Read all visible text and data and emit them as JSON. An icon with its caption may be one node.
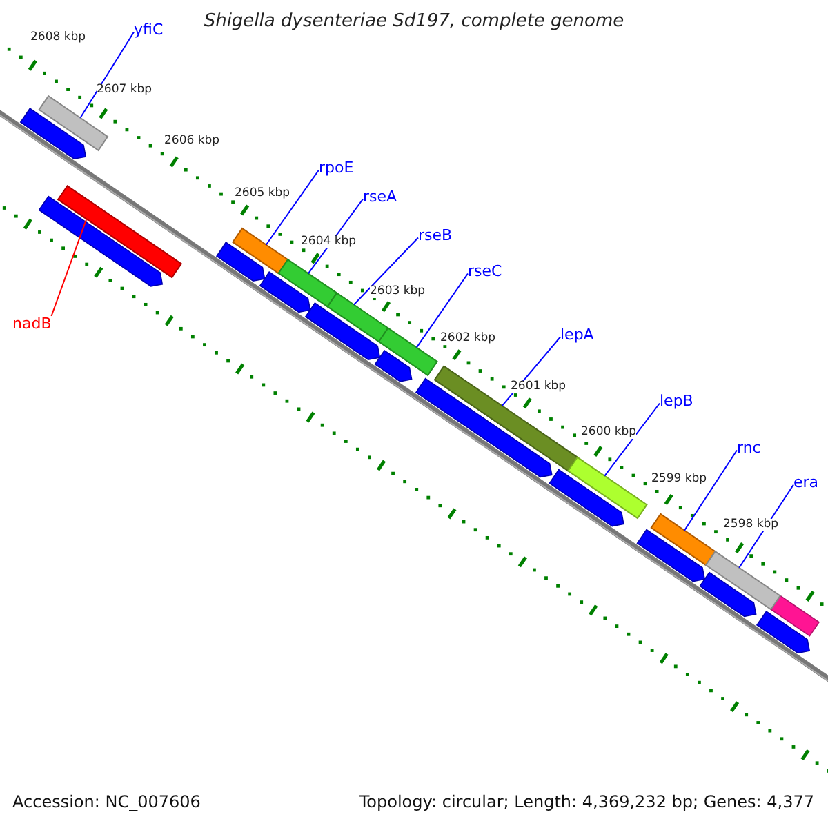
{
  "diagram": {
    "title": "Shigella dysenteriae Sd197, complete genome",
    "nodes": [
      {
        "text": [
          "yfiC"
        ]
      },
      {
        "text": [
          "rpoE"
        ]
      },
      {
        "text": [
          "rseA"
        ]
      },
      {
        "text": [
          "rseB"
        ]
      },
      {
        "text": [
          "rseC"
        ]
      },
      {
        "text": [
          "nadB"
        ]
      },
      {
        "text": [
          "lepA"
        ]
      },
      {
        "text": [
          "lepB"
        ]
      },
      {
        "text": [
          "rnc"
        ]
      },
      {
        "text": [
          "era"
        ]
      },
      {
        "text": [],
        "shape": "bar"
      },
      {
        "text": [],
        "shape": "bar"
      },
      {
        "text": [],
        "shape": "bar"
      },
      {
        "text": [],
        "shape": "bar"
      },
      {
        "text": [],
        "shape": "bar"
      },
      {
        "text": [],
        "shape": "bar"
      },
      {
        "text": [],
        "shape": "bar"
      },
      {
        "text": [],
        "shape": "bar"
      },
      {
        "text": [],
        "shape": "bar"
      },
      {
        "text": [],
        "shape": "bar"
      }
    ],
    "edges": [
      {
        "from": 0,
        "to": 10,
        "arrow": "none"
      },
      {
        "from": 1,
        "to": 12,
        "arrow": "none"
      },
      {
        "from": 2,
        "to": 13,
        "arrow": "none"
      },
      {
        "from": 3,
        "to": 14,
        "arrow": "none"
      },
      {
        "from": 4,
        "to": 15,
        "arrow": "none"
      },
      {
        "from": 5,
        "to": 11,
        "arrow": "none",
        "color": "#ff0000"
      },
      {
        "from": 6,
        "to": 16,
        "arrow": "none"
      },
      {
        "from": 7,
        "to": 17,
        "arrow": "none"
      },
      {
        "from": 8,
        "to": 18,
        "arrow": "none"
      },
      {
        "from": 9,
        "to": 19,
        "arrow": "none"
      }
    ],
    "labels": [
      "2608 kbp",
      "2607 kbp",
      "2606 kbp",
      "2605 kbp",
      "2604 kbp",
      "2603 kbp",
      "2602 kbp",
      "2601 kbp",
      "2600 kbp",
      "2599 kbp",
      "2598 kbp",
      "Accession: NC_007606",
      "Topology: circular; Length: 4,369,232 bp; Genes: 4,377"
    ]
  }
}
